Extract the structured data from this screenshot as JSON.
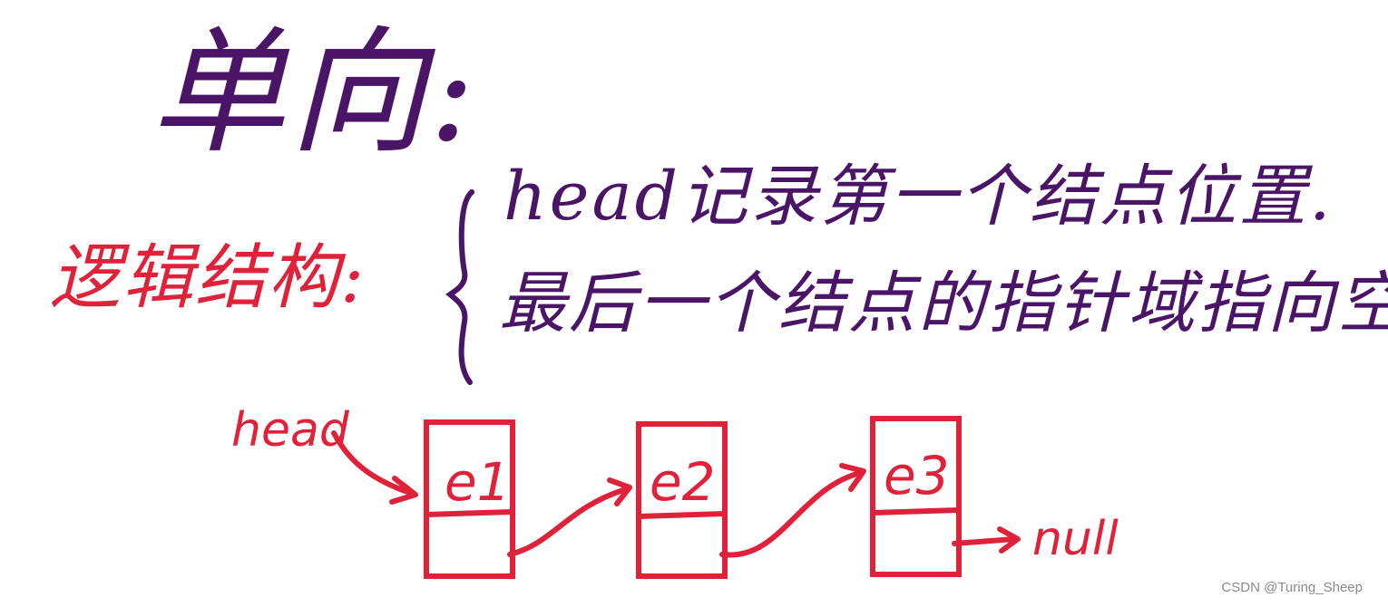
{
  "title": "单向:",
  "logic_label": "逻辑结构:",
  "bracket_lines": [
    "head记录第一个结点位置.",
    "最后一个结点的指针域指向空."
  ],
  "head_label": "head",
  "nodes": [
    {
      "label": "e1"
    },
    {
      "label": "e2"
    },
    {
      "label": "e3"
    }
  ],
  "null_label": "null",
  "colors": {
    "purple": "#4a1566",
    "red": "#e0213a"
  },
  "watermark": "CSDN @Turing_Sheep"
}
